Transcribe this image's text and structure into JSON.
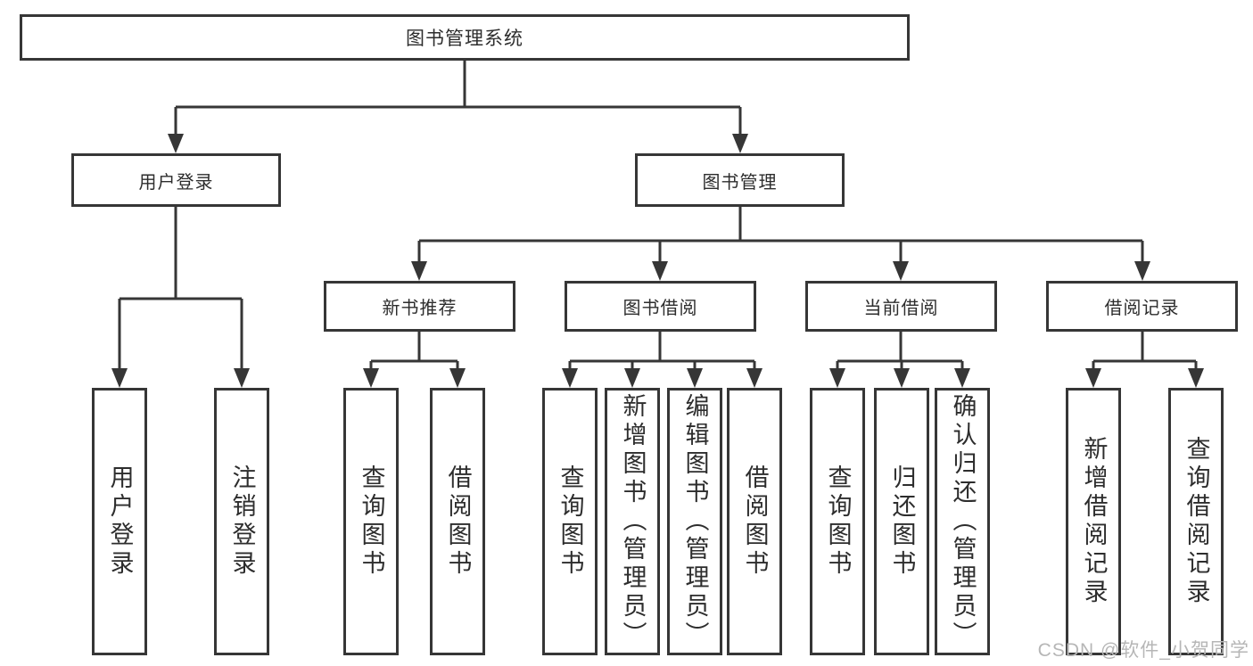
{
  "diagram": {
    "root": {
      "label": "图书管理系统"
    },
    "branches": [
      {
        "label": "用户登录",
        "children": [
          {
            "label": "用户登录"
          },
          {
            "label": "注销登录"
          }
        ]
      },
      {
        "label": "图书管理",
        "children": [
          {
            "label": "新书推荐",
            "children": [
              {
                "label": "查询图书"
              },
              {
                "label": "借阅图书"
              }
            ]
          },
          {
            "label": "图书借阅",
            "children": [
              {
                "label": "查询图书"
              },
              {
                "label": "新增图书（管理员）"
              },
              {
                "label": "编辑图书（管理员）"
              },
              {
                "label": "借阅图书"
              }
            ]
          },
          {
            "label": "当前借阅",
            "children": [
              {
                "label": "查询图书"
              },
              {
                "label": "归还图书"
              },
              {
                "label": "确认归还（管理员）"
              }
            ]
          },
          {
            "label": "借阅记录",
            "children": [
              {
                "label": "新增借阅记录"
              },
              {
                "label": "查询借阅记录"
              }
            ]
          }
        ]
      }
    ]
  },
  "watermark": "CSDN @软件_小贺同学",
  "colors": {
    "line": "#363636",
    "box_border": "#363636",
    "text": "#2d2d2d",
    "background": "#ffffff",
    "watermark": "#b6b6b6"
  }
}
